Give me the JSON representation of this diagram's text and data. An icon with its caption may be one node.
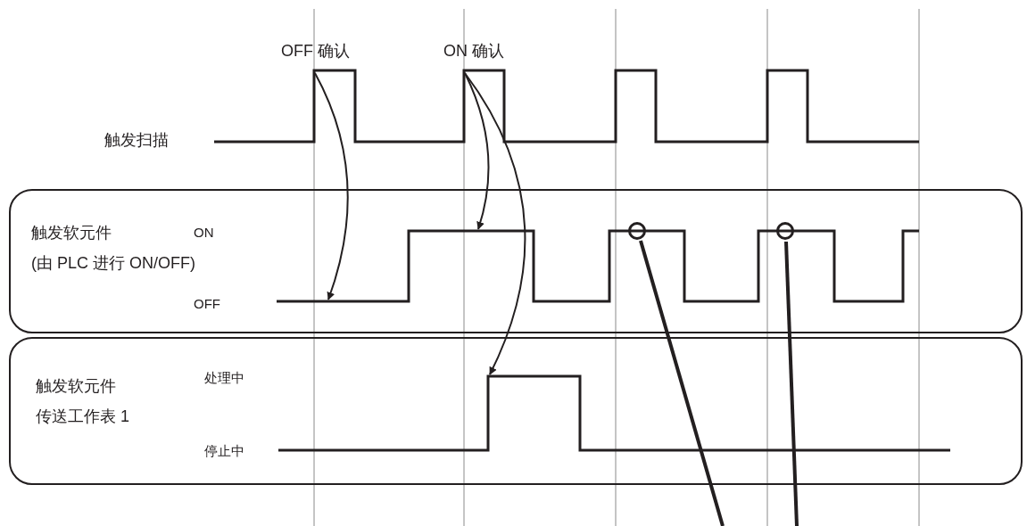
{
  "diagram": {
    "nodes": [
      {
        "text": [
          "触发软元件(由 PLC 进行 ON/OFF)",
          "ON",
          "OFF"
        ]
      },
      {
        "text": [
          "触发软元件传送工作表 1",
          "处理中",
          "停止中"
        ]
      },
      {
        "text": [],
        "shape": "circle",
        "in": 0
      },
      {
        "text": [],
        "shape": "circle",
        "in": 0
      }
    ],
    "edges": [
      {
        "from": null,
        "to": 0,
        "arrow": "to"
      },
      {
        "from": null,
        "to": 0,
        "arrow": "to"
      },
      {
        "from": null,
        "to": 1,
        "arrow": "to"
      },
      {
        "from": 2,
        "to": null,
        "arrow": "none",
        "style": "thick"
      },
      {
        "from": 3,
        "to": null,
        "arrow": "none",
        "style": "thick"
      }
    ],
    "labels": [
      "OFF 确认",
      "ON 确认",
      "触发扫描"
    ]
  }
}
